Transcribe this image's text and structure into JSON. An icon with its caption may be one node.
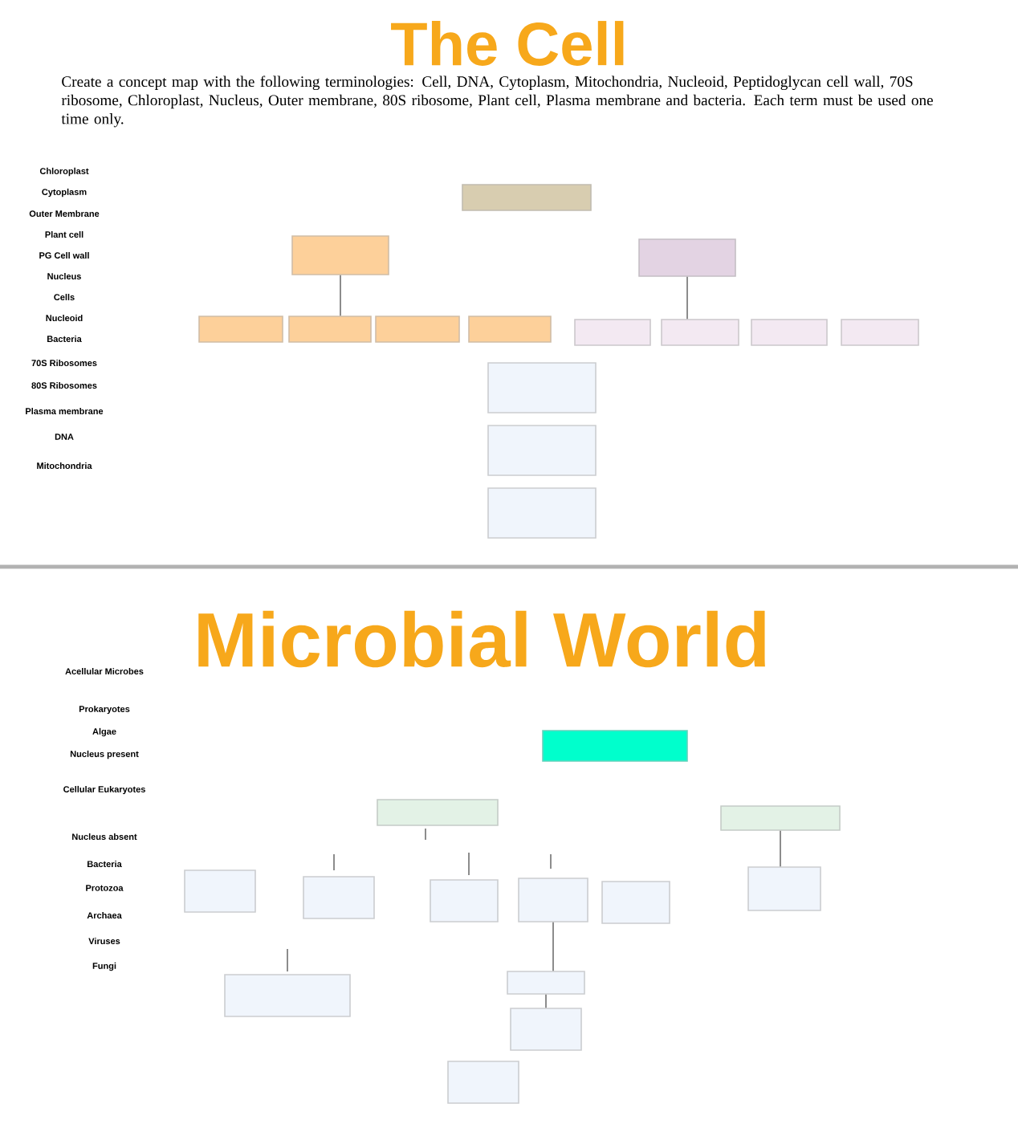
{
  "diagram": {
    "title": "The Cell",
    "nodes": [
      {
        "text": [],
        "shape": "box"
      },
      {
        "text": [],
        "shape": "box"
      },
      {
        "text": [],
        "shape": "box"
      },
      {
        "text": [],
        "shape": "box"
      },
      {
        "text": [],
        "shape": "box"
      },
      {
        "text": [],
        "shape": "box"
      },
      {
        "text": [],
        "shape": "box"
      },
      {
        "text": [],
        "shape": "box"
      },
      {
        "text": [],
        "shape": "box"
      },
      {
        "text": [],
        "shape": "box"
      },
      {
        "text": [],
        "shape": "box"
      },
      {
        "text": [],
        "shape": "box"
      },
      {
        "text": [],
        "shape": "box"
      },
      {
        "text": [],
        "shape": "box"
      },
      {
        "text": [],
        "shape": "box"
      },
      {
        "text": [],
        "shape": "box"
      },
      {
        "text": [],
        "shape": "box"
      },
      {
        "text": [],
        "shape": "box"
      },
      {
        "text": [],
        "shape": "box"
      },
      {
        "text": [],
        "shape": "box"
      },
      {
        "text": [],
        "shape": "box"
      },
      {
        "text": [],
        "shape": "box"
      },
      {
        "text": [],
        "shape": "box"
      },
      {
        "text": [],
        "shape": "box"
      },
      {
        "text": [],
        "shape": "box"
      },
      {
        "text": [],
        "shape": "box"
      },
      {
        "text": [],
        "shape": "box"
      }
    ],
    "edges": [
      {
        "from": 1,
        "to": 3,
        "arrow": "none"
      },
      {
        "from": 6,
        "to": 8,
        "arrow": "none"
      },
      {
        "from": 16,
        "to": 22,
        "arrow": "none"
      },
      {
        "from": 20,
        "to": 24,
        "arrow": "none"
      },
      {
        "from": 24,
        "to": 25,
        "arrow": "none"
      }
    ],
    "labels": [
      "Create a concept map with the following terminologies:  Cell, DNA, Cytoplasm, Mitochondria, Nucleoid, Peptidoglycan cell wall, 70S ribosome, Chloroplast, Nucleus, Outer membrane, 80S ribosome, Plant cell, Plasma membrane and bacteria.  Each term must be used one time only.",
      "Chloroplast",
      "Cytoplasm",
      "Outer Membrane",
      "Plant cell",
      "PG Cell wall",
      "Nucleus",
      "Cells",
      "Nucleoid",
      "Bacteria",
      "70S Ribosomes",
      "80S Ribosomes",
      "Plasma membrane",
      "DNA",
      "Mitochondria",
      "Microbial World",
      "Acellular Microbes",
      "Prokaryotes",
      "Algae",
      "Nucleus present",
      "Cellular Eukaryotes",
      "Nucleus absent",
      "Bacteria",
      "Protozoa",
      "Archaea",
      "Viruses",
      "Fungi"
    ]
  }
}
